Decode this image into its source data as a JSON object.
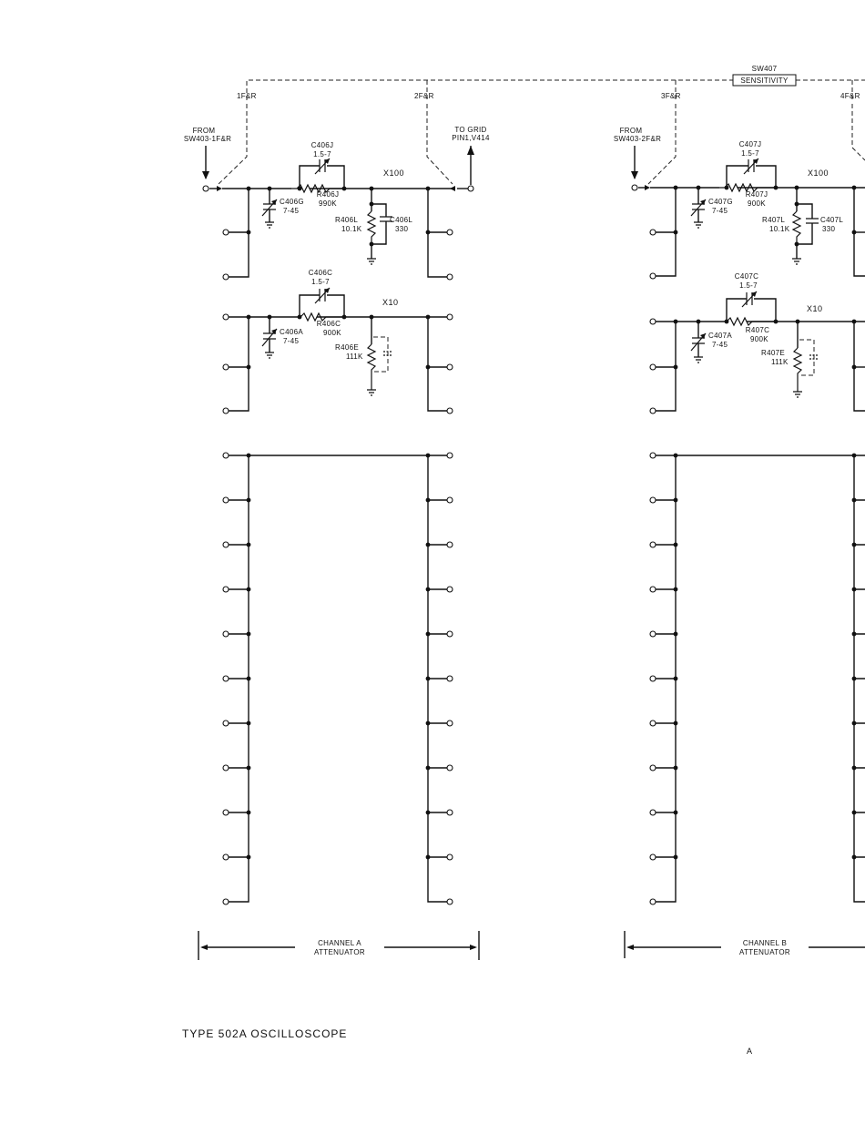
{
  "switch": {
    "ref": "SW407",
    "name": "SENSITIVITY"
  },
  "contacts": [
    "1F&R",
    "2F&R",
    "3F&R",
    "4F&R"
  ],
  "channel_a": {
    "from_label_1": "FROM",
    "from_label_2": "SW403-1F&R",
    "to_label_1": "TO GRID",
    "to_label_2": "PIN1,V414",
    "x100": "X100",
    "x10": "X10",
    "c_top_var": "C406J",
    "c_top_var_val": "1.5-7",
    "r_top": "R406J",
    "r_top_val": "990K",
    "c_shunt": "C406G",
    "c_shunt_val": "7-45",
    "r_load": "R406L",
    "r_load_val": "10.1K",
    "c_load": "C406L",
    "c_load_val": "330",
    "c_mid_var": "C406C",
    "c_mid_var_val": "1.5-7",
    "r_mid": "R406C",
    "r_mid_val": "900K",
    "c_mid_shunt": "C406A",
    "c_mid_shunt_val": "7-45",
    "r_mid_load": "R406E",
    "r_mid_load_val": "111K",
    "footer_1": "CHANNEL A",
    "footer_2": "ATTENUATOR"
  },
  "channel_b": {
    "from_label_1": "FROM",
    "from_label_2": "SW403-2F&R",
    "x100": "X100",
    "x10": "X10",
    "c_top_var": "C407J",
    "c_top_var_val": "1.5-7",
    "r_top": "R407J",
    "r_top_val": "900K",
    "c_shunt": "C407G",
    "c_shunt_val": "7-45",
    "r_load": "R407L",
    "r_load_val": "10.1K",
    "c_load": "C407L",
    "c_load_val": "330",
    "c_mid_var": "C407C",
    "c_mid_var_val": "1.5-7",
    "r_mid": "R407C",
    "r_mid_val": "900K",
    "c_mid_shunt": "C407A",
    "c_mid_shunt_val": "7-45",
    "r_mid_load": "R407E",
    "r_mid_load_val": "111K",
    "footer_1": "CHANNEL B",
    "footer_2": "ATTENUATOR"
  },
  "footer": {
    "model": "TYPE 502A OSCILLOSCOPE",
    "page_letter": "A"
  }
}
